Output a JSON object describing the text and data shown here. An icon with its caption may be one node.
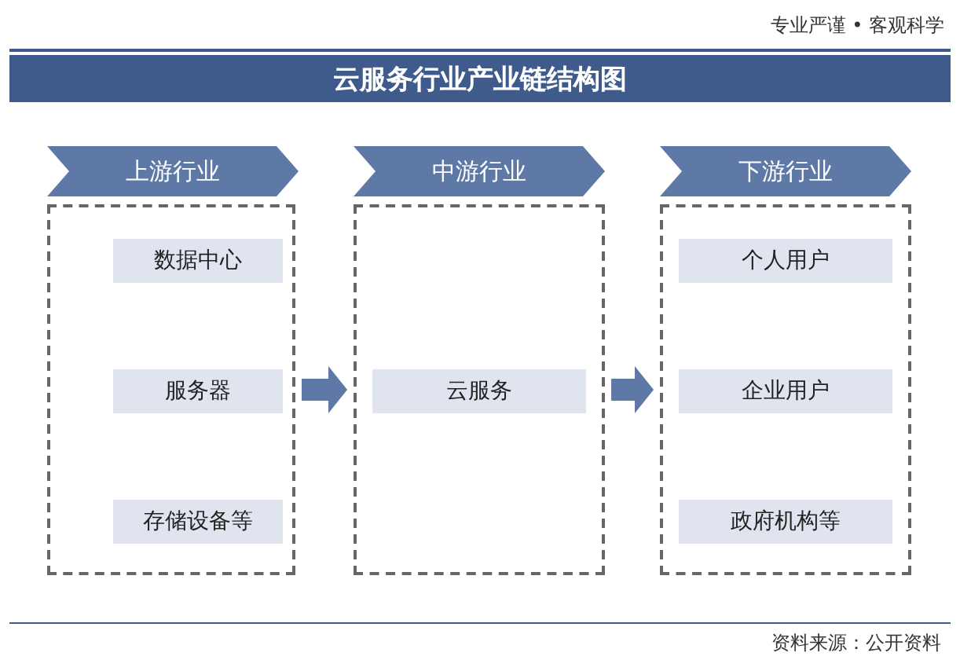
{
  "diagram": {
    "title": "云服务行业产业链结构图",
    "nodes": [
      {
        "text": [
          "上游行业"
        ]
      },
      {
        "text": [],
        "shape": "box"
      },
      {
        "text": [
          "数据中心"
        ],
        "in": 1
      },
      {
        "text": [
          "服务器"
        ],
        "in": 1
      },
      {
        "text": [
          "存储设备等"
        ],
        "in": 1
      },
      {
        "text": [
          "中游行业"
        ]
      },
      {
        "text": [],
        "shape": "box"
      },
      {
        "text": [
          "云服务"
        ],
        "in": 6
      },
      {
        "text": [
          "下游行业"
        ]
      },
      {
        "text": [],
        "shape": "box"
      },
      {
        "text": [
          "个人用户"
        ],
        "in": 9
      },
      {
        "text": [
          "企业用户"
        ],
        "in": 9
      },
      {
        "text": [
          "政府机构等"
        ],
        "in": 9
      }
    ],
    "edges": [
      {
        "from": 1,
        "to": 6,
        "arrow": "to"
      },
      {
        "from": 6,
        "to": 9,
        "arrow": "to"
      }
    ],
    "labels": [
      "专业严谨 • 客观科学",
      "资料来源：公开资料"
    ]
  }
}
